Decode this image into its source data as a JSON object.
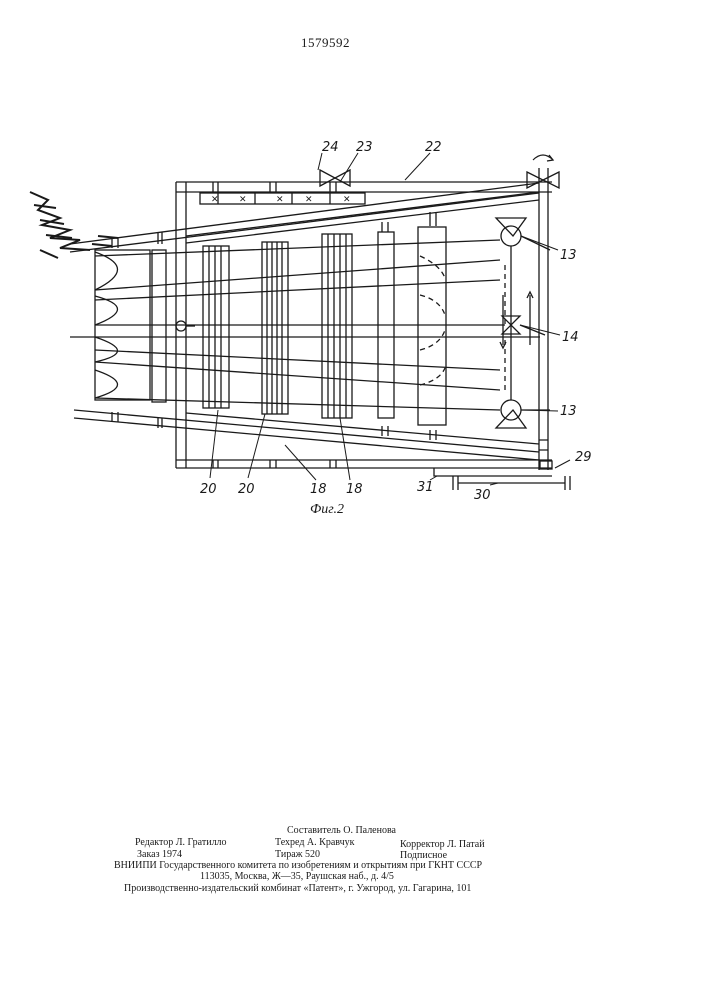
{
  "patent_number": "1579592",
  "figure": {
    "caption": "Фиг.2",
    "labels": {
      "l24": "24",
      "l23": "23",
      "l22": "22",
      "l13a": "13",
      "l13b": "13",
      "l14": "14",
      "l20a": "20",
      "l20b": "20",
      "l18a": "18",
      "l18b": "18",
      "l31": "31",
      "l30": "30",
      "l29": "29"
    }
  },
  "colophon": {
    "compiler": "Составитель О. Паленова",
    "editor": "Редактор Л. Гратилло",
    "techred": "Техред А. Кравчук",
    "corrector": "Корректор Л. Патай",
    "order": "Заказ 1974",
    "circulation": "Тираж 520",
    "subscription": "Подписное",
    "institute": "ВНИИПИ Государственного комитета по изобретениям и открытиям при ГКНТ СССР",
    "address": "113035, Москва, Ж—35, Раушская наб., д. 4/5",
    "publisher": "Производственно-издательский комбинат «Патент», г. Ужгород, ул. Гагарина, 101"
  }
}
